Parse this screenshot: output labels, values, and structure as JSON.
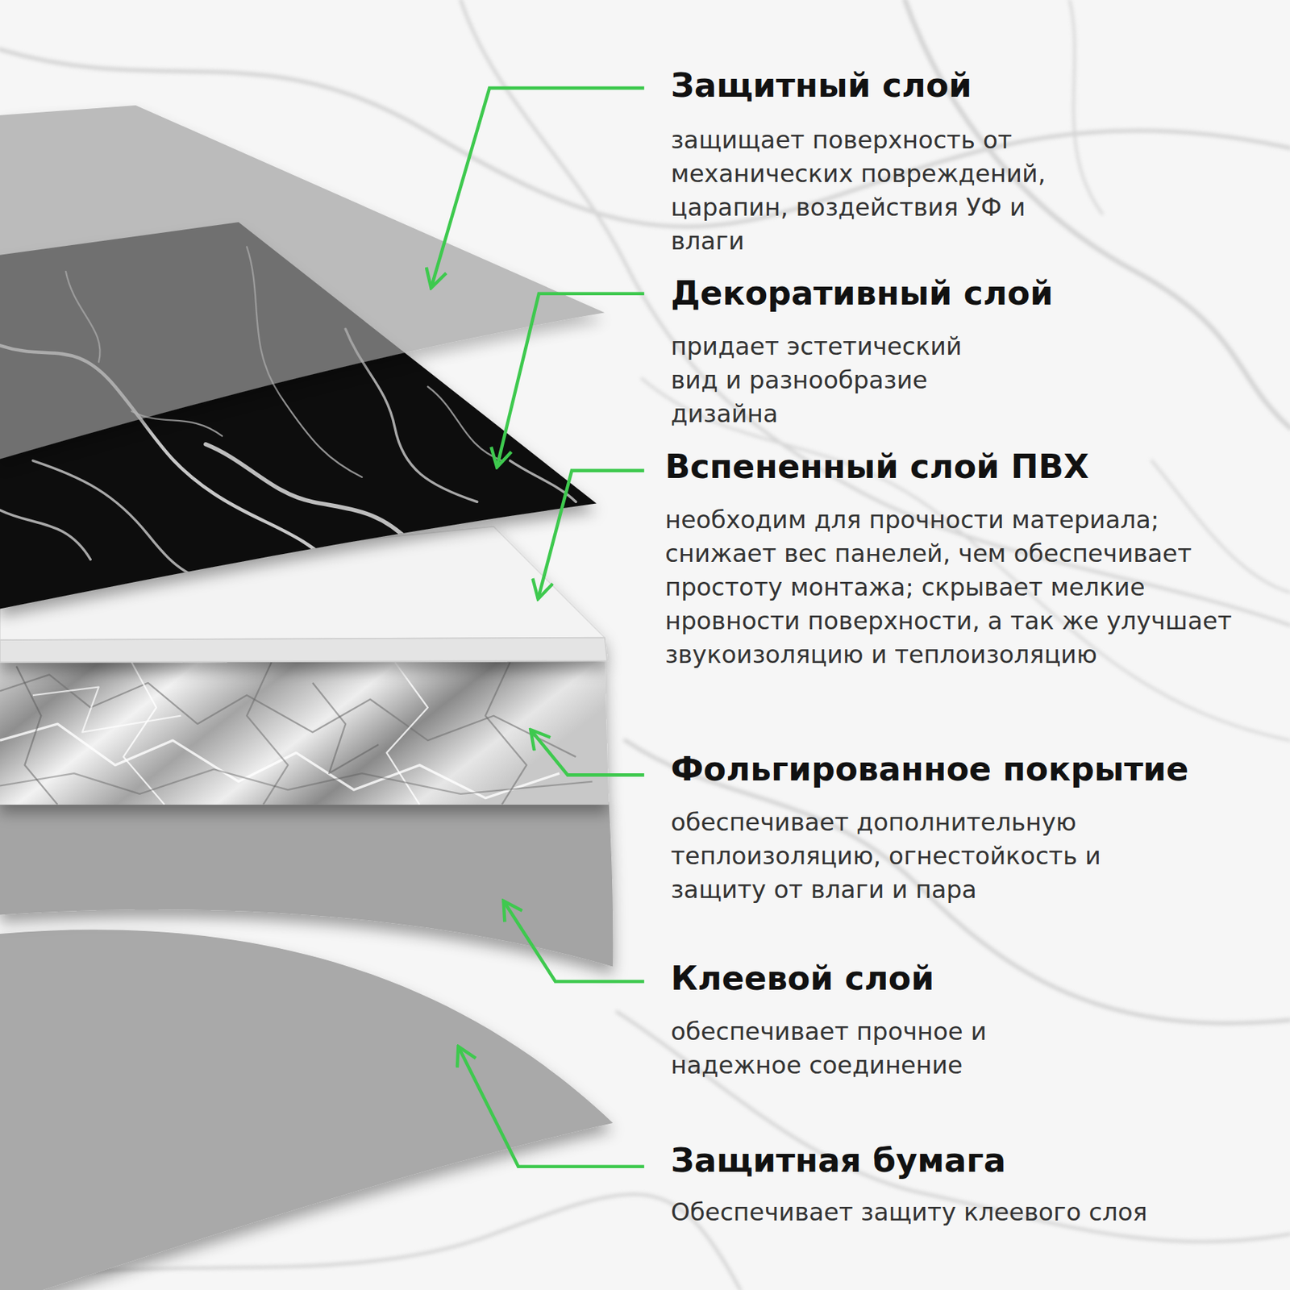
{
  "diagram": {
    "labels": [
      "Защитный слой",
      "защищает поверхность от механических повреждений, царапин, воздействия УФ и влаги",
      "Декоративный слой",
      "придает эстетический вид и разнообразие дизайна",
      "Вспененный слой ПВХ",
      "необходим для прочности материала; снижает вес панелей, чем обеспечивает простоту монтажа; скрывает мелкие нровности поверхности, а так же улучшает звукоизоляцию и теплоизоляцию",
      "Фольгированное покрытие",
      "обеспечивает дополнительную теплоизоляцию, огнестойкость и защиту от влаги и пара",
      "Клеевой слой",
      "обеспечивает прочное и надежное соединение",
      "Защитная бумага",
      "Обеспечивает защиту клеевого слоя"
    ]
  }
}
